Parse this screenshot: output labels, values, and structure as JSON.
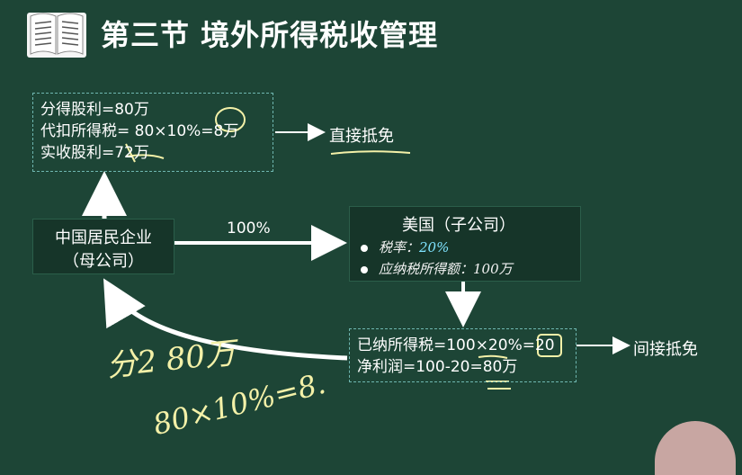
{
  "header": {
    "title": "第三节  境外所得税收管理",
    "icon": "open-book-icon"
  },
  "dividend_box": {
    "line1": "分得股利=80万",
    "line2": "代扣所得税= 80×10%=8万",
    "line3": "实收股利=72万"
  },
  "direct_credit": "直接抵免",
  "parent_box": {
    "line1": "中国居民企业",
    "line2": "（母公司）"
  },
  "ownership": "100%",
  "us_box": {
    "title": "美国（子公司）",
    "rate_label": "税率：",
    "rate_value": "20%",
    "taxable_label": "应纳税所得额：",
    "taxable_value": "100万"
  },
  "tax_box": {
    "line1": "已纳所得税=100×20%=20",
    "line2": "净利润=100-20=80万"
  },
  "indirect_credit": "间接抵免",
  "handwriting": {
    "note1": "分2 80万",
    "note2": "80×10%=8."
  },
  "colors": {
    "background": "#1d4536",
    "dashed_border": "#6fb7b0",
    "highlight_rate": "#7fe3ff",
    "ink": "#f4f1a8"
  }
}
